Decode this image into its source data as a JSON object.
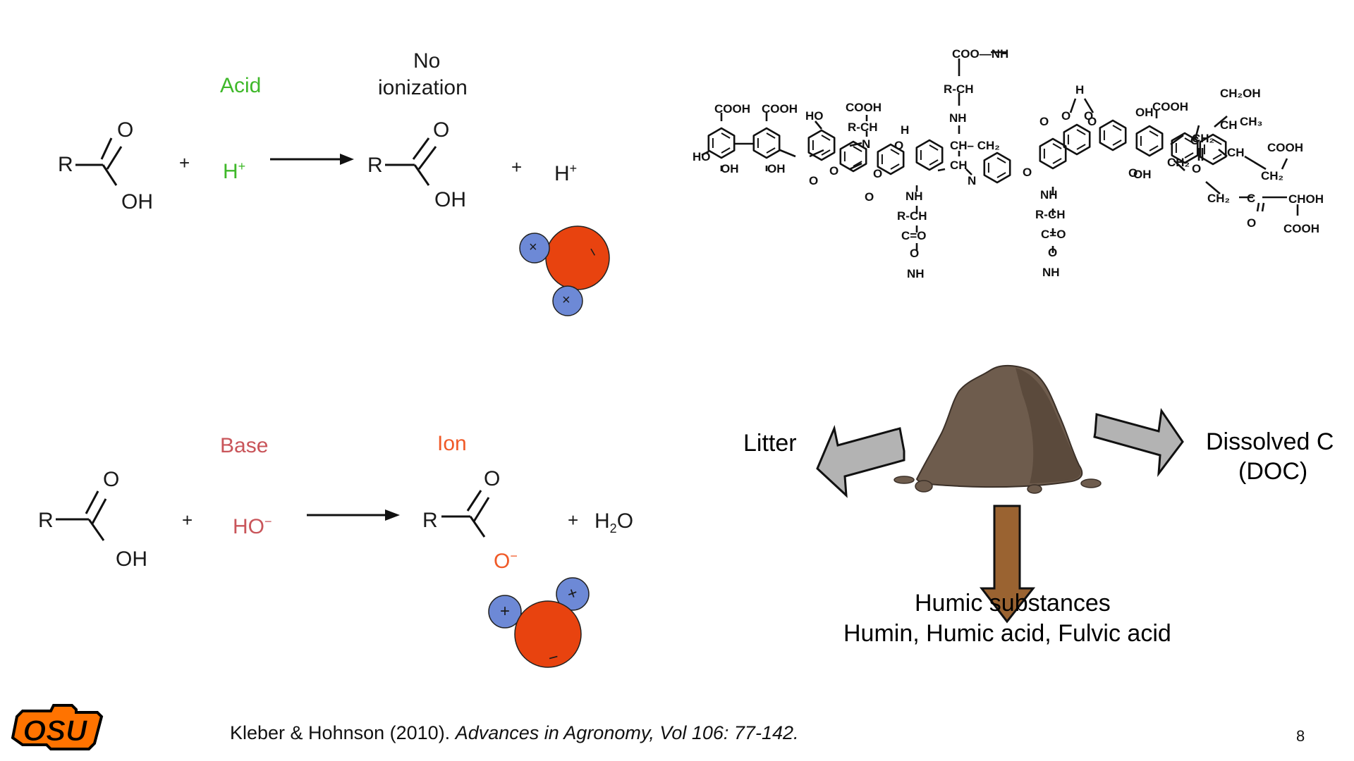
{
  "colors": {
    "acid_green": "#3fb82a",
    "base_red": "#c9555a",
    "ion_orange": "#f05a28",
    "oxygen_red": "#e8430f",
    "hydrogen_blue": "#6d89d6",
    "arrow_gray": "#b3b3b3",
    "arrow_brown": "#9a6331",
    "osu_orange": "#ff7300"
  },
  "acid_reaction": {
    "label": "Acid",
    "product_label_line1": "No",
    "product_label_line2": "ionization",
    "reactant": {
      "r": "R",
      "o": "O",
      "oh": "OH"
    },
    "plus1": "+",
    "reagent": {
      "base": "H",
      "charge": "+"
    },
    "product": {
      "r": "R",
      "o": "O",
      "oh": "OH"
    },
    "plus2": "+",
    "byproduct": {
      "base": "H",
      "charge": "+"
    },
    "water_charges": {
      "h1": "×",
      "h2": "×",
      "o": "−"
    }
  },
  "base_reaction": {
    "label": "Base",
    "product_label": "Ion",
    "reactant": {
      "r": "R",
      "o": "O",
      "oh": "OH"
    },
    "plus1": "+",
    "reagent": {
      "base": "HO",
      "charge": "−"
    },
    "product": {
      "r": "R",
      "o": "O",
      "o_minus": "O",
      "charge": "−"
    },
    "plus2": "+",
    "byproduct": {
      "h": "H",
      "sub": "2",
      "o": "O"
    },
    "water_charges": {
      "h1": "+",
      "h2": "+",
      "o": "−"
    }
  },
  "humic_structure": {
    "labels": [
      "COO—NH",
      "R-CH",
      "NH",
      "CH– CH₂",
      "CH",
      "N",
      "COOH",
      "COOH",
      "HO",
      "COOH",
      "R-CH",
      "N",
      "HO",
      "OH",
      "OH",
      "H",
      "O",
      "O",
      "O",
      "O",
      "O",
      "NH",
      "R-CH",
      "C=O",
      "O",
      "NH",
      "NH",
      "R-CH",
      "C=O",
      "O",
      "NH",
      "H",
      "O",
      "O",
      "O",
      "O",
      "O",
      "O",
      "OH",
      "COOH",
      "OH",
      "CH₂",
      "CH₂",
      "C",
      "O",
      "CH₂OH",
      "CH",
      "CH₃",
      "CH",
      "COOH",
      "CH₂",
      "CH₂",
      "C",
      "O",
      "CHOH",
      "COOH"
    ]
  },
  "soil_diagram": {
    "left_label": "Litter",
    "right_label_line1": "Dissolved C",
    "right_label_line2": "(DOC)",
    "bottom_label_line1": "Humic substances",
    "bottom_label_line2": "Humin, Humic acid, Fulvic acid"
  },
  "footer": {
    "logo_text": "OSU",
    "citation_plain": "Kleber & Hohnson (2010). ",
    "citation_italic": "Advances in Agronomy, Vol 106: 77-142.",
    "slide_number": "8"
  }
}
